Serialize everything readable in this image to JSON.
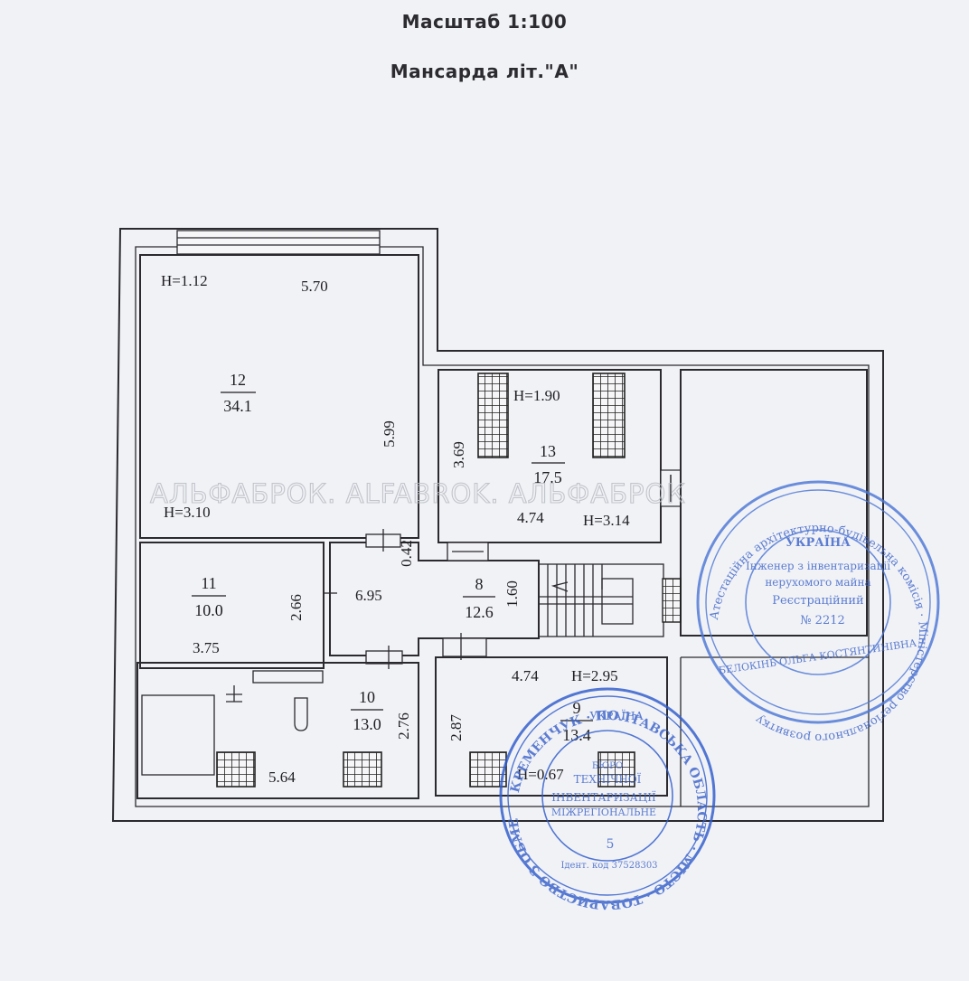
{
  "header": {
    "scale": "Масштаб 1:100",
    "floor": "Мансарда літ.\"А\""
  },
  "watermark": "АЛЬФАБРОК. ALFABROK. АЛЬФАБРОК",
  "rooms": {
    "r12": {
      "number": "12",
      "area": "34.1",
      "height_top": "H=1.12",
      "height_bottom": "H=3.10",
      "width": "5.70",
      "length": "5.99"
    },
    "r13": {
      "number": "13",
      "area": "17.5",
      "height_top": "H=1.90",
      "height_bottom": "H=3.14",
      "width": "4.74",
      "length": "3.69"
    },
    "r11": {
      "number": "11",
      "area": "10.0",
      "width": "3.75",
      "length": "2.66"
    },
    "r8": {
      "number": "8",
      "area": "12.6",
      "width": "6.95",
      "length": "1.60",
      "depth": "0.42"
    },
    "r10": {
      "number": "10",
      "area": "13.0",
      "width": "5.64",
      "length": "2.76"
    },
    "r9": {
      "number": "9",
      "area": "13.4",
      "height_top": "H=2.95",
      "height_bottom": "H=0.67",
      "width": "4.74",
      "length": "2.87"
    }
  },
  "stamps": {
    "right": {
      "ring": "Атестаційна архітектурно-будівельна комісія · Міністерство регіонального розвитку",
      "country": "УКРАЇНА",
      "line1": "Інженер з інвентаризації",
      "line2": "нерухомого майна",
      "line3": "Реєстраційний",
      "line4": "№ 2212",
      "name": "БЕЛОКІНЬ ОЛЬГА КОСТЯНТИНІВНА",
      "color": "#4d77d6"
    },
    "bottom": {
      "ring": "КРЕМЕНЧУК · ПОЛТАВСЬКА ОБЛАСТЬ · МІСТО · ТОВАРИСТВО З ОБМЕЖЕНОЮ ВІДПОВІДАЛЬНІСТЮ",
      "country": "УКРАЇНА",
      "line1": "БЮРО",
      "line2": "ТЕХНІЧНОЇ",
      "line3": "ІНВЕНТАРИЗАЦІЇ",
      "line4": "МІЖРЕГІОНАЛЬНЕ",
      "number": "5",
      "code": "Ідент. код 37528303",
      "color": "#2f5ccc"
    }
  }
}
